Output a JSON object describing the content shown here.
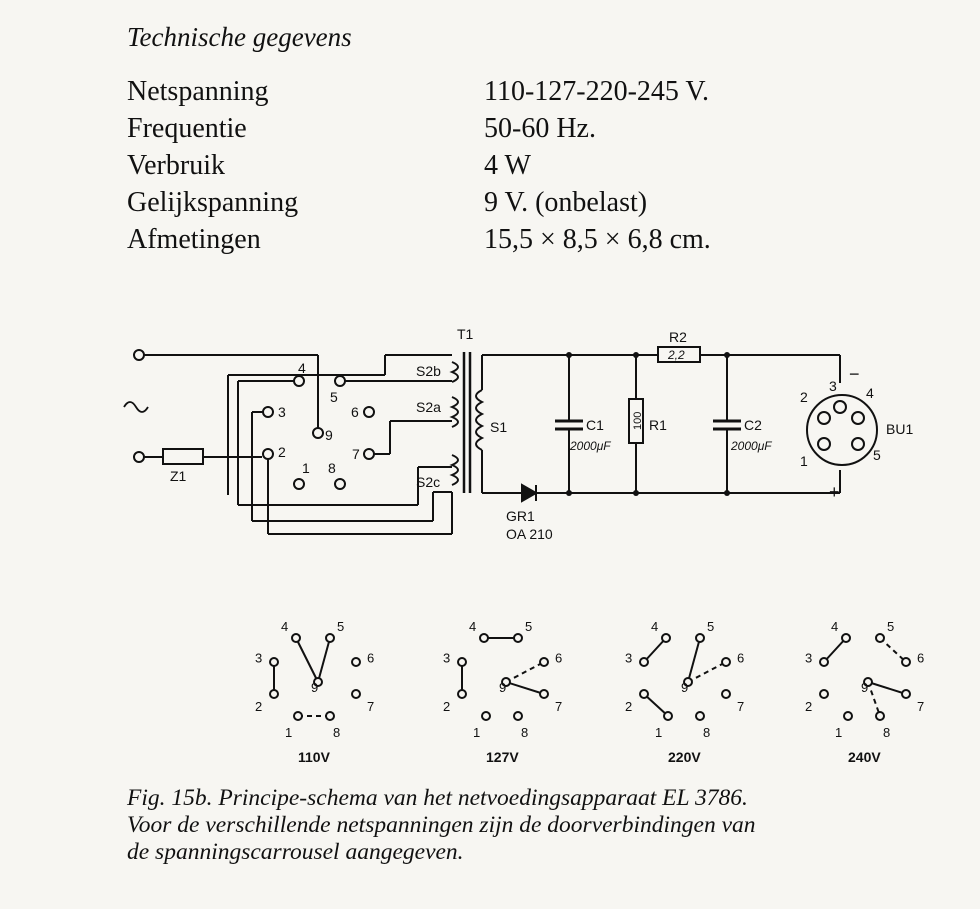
{
  "heading": "Technische gegevens",
  "specs": [
    {
      "label": "Netspanning",
      "value": "110-127-220-245 V."
    },
    {
      "label": "Frequentie",
      "value": "50-60 Hz."
    },
    {
      "label": "Verbruik",
      "value": "4 W"
    },
    {
      "label": "Gelijkspanning",
      "value": "9 V. (onbelast)"
    },
    {
      "label": "Afmetingen",
      "value": "15,5 × 8,5 × 6,8 cm."
    }
  ],
  "schematic": {
    "transformer": "T1",
    "primary": "S1",
    "sec_b": "S2b",
    "sec_a": "S2a",
    "sec_c": "S2c",
    "fuse": "Z1",
    "ac_symbol": "∼",
    "c1": "C1",
    "c1_value": "2000μF",
    "r1": "R1",
    "r1_value": "100",
    "r2": "R2",
    "r2_value": "2,2",
    "c2": "C2",
    "c2_value": "2000μF",
    "diode": "GR1",
    "diode_type": "OA 210",
    "socket": "BU1",
    "minus": "−",
    "plus": "+",
    "socket_pins": [
      "1",
      "2",
      "3",
      "4",
      "5"
    ],
    "switch_pins": [
      "1",
      "2",
      "3",
      "4",
      "5",
      "6",
      "7",
      "8",
      "9"
    ]
  },
  "variants": [
    {
      "label": "110V"
    },
    {
      "label": "127V"
    },
    {
      "label": "220V"
    },
    {
      "label": "240V"
    }
  ],
  "caption": {
    "line1": "Fig. 15b. Principe-schema van het netvoedingsapparaat EL 3786.",
    "line2": "Voor de verschillende netspanningen zijn de doorverbindingen van",
    "line3": "de spanningscarrousel aangegeven."
  }
}
